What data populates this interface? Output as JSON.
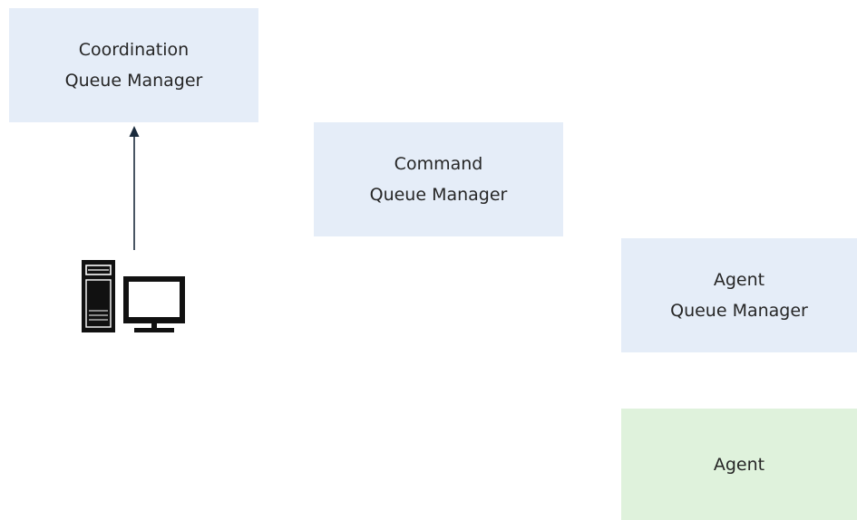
{
  "nodes": {
    "coordination": {
      "line1": "Coordination",
      "line2": "Queue Manager"
    },
    "command": {
      "line1": "Command",
      "line2": "Queue Manager"
    },
    "agent_qm": {
      "line1": "Agent",
      "line2": "Queue Manager"
    },
    "agent": {
      "label": "Agent"
    }
  },
  "icons": {
    "client": "computer-icon",
    "connection": "arrow-up-icon"
  },
  "colors": {
    "queue_manager_fill": "#e5edf8",
    "agent_fill": "#dff2dc",
    "text": "#262626",
    "line": "#1a2b3c"
  }
}
